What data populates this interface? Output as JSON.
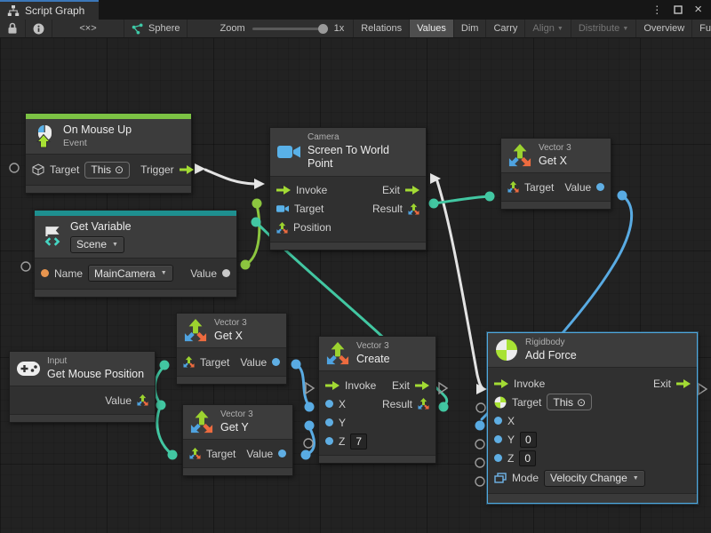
{
  "window": {
    "tab_title": "Script Graph"
  },
  "toolbar": {
    "icon_angle": "<×>",
    "graph_object": "Sphere",
    "zoom_label": "Zoom",
    "zoom_value": "1x",
    "buttons": [
      {
        "label": "Relations",
        "state": "normal"
      },
      {
        "label": "Values",
        "state": "active"
      },
      {
        "label": "Dim",
        "state": "normal"
      },
      {
        "label": "Carry",
        "state": "normal"
      },
      {
        "label": "Align",
        "state": "disabled",
        "dropdown": true
      },
      {
        "label": "Distribute",
        "state": "disabled",
        "dropdown": true
      },
      {
        "label": "Overview",
        "state": "normal"
      },
      {
        "label": "Full Screen",
        "state": "normal"
      }
    ]
  },
  "colors": {
    "event_accent": "#7CC244",
    "variable_accent": "#1E8F8F",
    "selection": "#4FA8DE",
    "wire_control": "#E3E3E3",
    "wire_vector3": "#42C7A2",
    "wire_float": "#59ABE3",
    "wire_object": "#8CC63F",
    "port_orange": "#E8954F",
    "arrow_green": "#A3DB34"
  },
  "nodes": {
    "on_mouse_up": {
      "title": "On Mouse Up",
      "subtitle": "Event",
      "target_label": "Target",
      "target_value": "This",
      "trigger_label": "Trigger"
    },
    "get_variable": {
      "title": "Get Variable",
      "scope": "Scene",
      "name_label": "Name",
      "name_value": "MainCamera",
      "value_label": "Value"
    },
    "screen_to_world_point": {
      "category": "Camera",
      "title": "Screen To World Point",
      "invoke": "Invoke",
      "exit": "Exit",
      "target": "Target",
      "result": "Result",
      "position": "Position"
    },
    "get_x_top": {
      "category": "Vector 3",
      "title": "Get X",
      "target": "Target",
      "value": "Value"
    },
    "get_x_mid": {
      "category": "Vector 3",
      "title": "Get X",
      "target": "Target",
      "value": "Value"
    },
    "get_y": {
      "category": "Vector 3",
      "title": "Get Y",
      "target": "Target",
      "value": "Value"
    },
    "get_mouse_position": {
      "category": "Input",
      "title": "Get Mouse Position",
      "value": "Value"
    },
    "vector3_create": {
      "category": "Vector 3",
      "title": "Create",
      "invoke": "Invoke",
      "exit": "Exit",
      "x": "X",
      "y": "Y",
      "z": "Z",
      "z_value": "7",
      "result": "Result"
    },
    "add_force": {
      "category": "Rigidbody",
      "title": "Add Force",
      "invoke": "Invoke",
      "exit": "Exit",
      "target": "Target",
      "target_value": "This",
      "x": "X",
      "y": "Y",
      "y_value": "0",
      "z": "Z",
      "z_value": "0",
      "mode_label": "Mode",
      "mode_value": "Velocity Change"
    }
  },
  "connections": [
    {
      "from": "On Mouse Up: Trigger",
      "to": "Screen To World Point: Invoke",
      "type": "control"
    },
    {
      "from": "Get Variable (MainCamera): Value",
      "to": "Screen To World Point: Target",
      "type": "object"
    },
    {
      "from": "Vector 3 Create: Result",
      "to": "Screen To World Point: Position",
      "type": "vector3"
    },
    {
      "from": "Screen To World Point: Exit",
      "to": "Add Force: Invoke",
      "type": "control"
    },
    {
      "from": "Screen To World Point: Result",
      "to": "Vector 3 Get X (top): Target",
      "type": "vector3"
    },
    {
      "from": "Vector 3 Get X (top): Value",
      "to": "Add Force: X",
      "type": "float"
    },
    {
      "from": "Get Mouse Position: Value",
      "to": "Vector 3 Get X: Target",
      "type": "vector3"
    },
    {
      "from": "Get Mouse Position: Value",
      "to": "Vector 3 Get Y: Target",
      "type": "vector3"
    },
    {
      "from": "Vector 3 Get X: Value",
      "to": "Vector 3 Create: X",
      "type": "float"
    },
    {
      "from": "Vector 3 Get Y: Value",
      "to": "Vector 3 Create: Y",
      "type": "float"
    }
  ]
}
